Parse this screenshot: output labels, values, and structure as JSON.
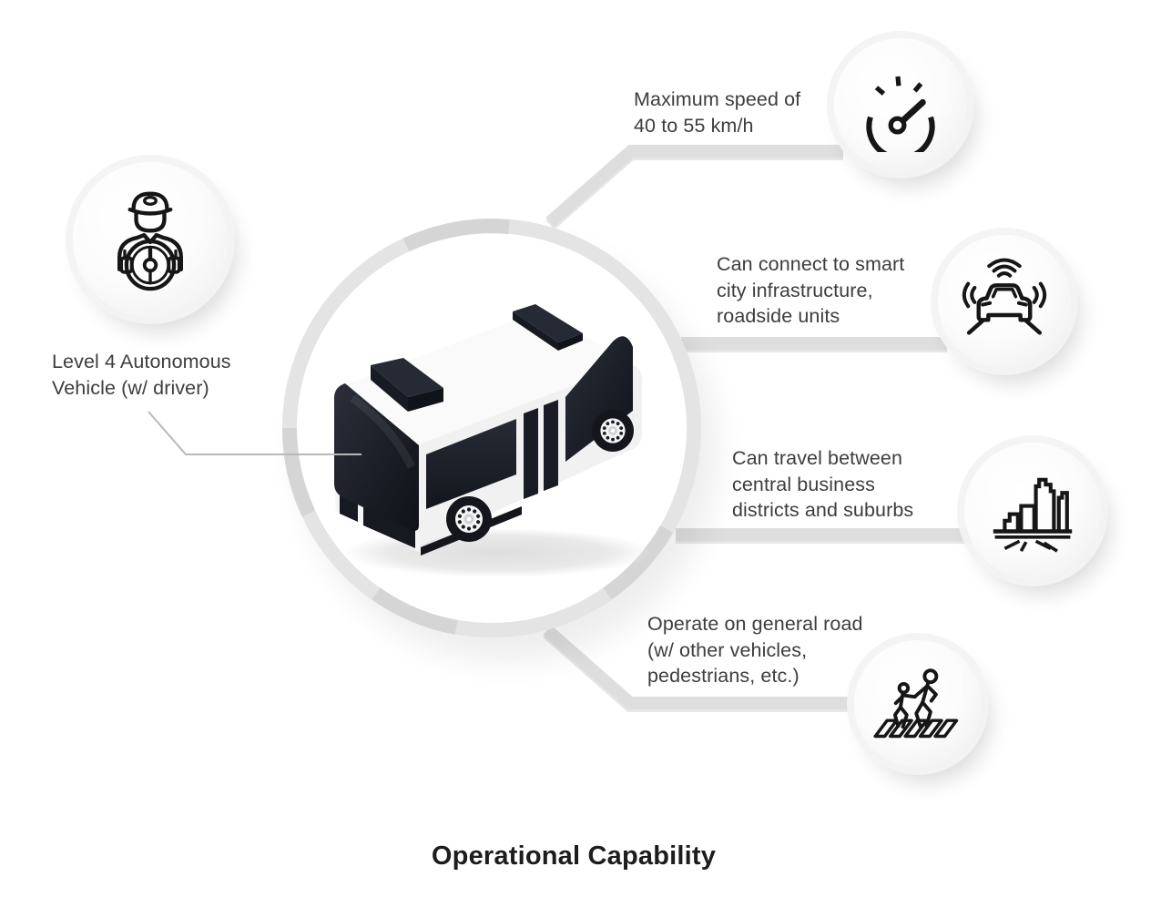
{
  "title": "Operational Capability",
  "center": {
    "icon": "autonomous-bus-illustration",
    "description": "isometric black and white autonomous shuttle bus inside gray ring"
  },
  "nodes": [
    {
      "id": "driver",
      "icon": "driver-steering-wheel-icon",
      "label": [
        "Level 4 Autonomous",
        "Vehicle (w/ driver)"
      ]
    },
    {
      "id": "max-speed",
      "icon": "speedometer-icon",
      "label": [
        "Maximum speed of",
        "40 to 55 km/h"
      ]
    },
    {
      "id": "smart-city",
      "icon": "connected-car-icon",
      "label": [
        "Can connect to smart",
        "city infrastructure,",
        "roadside units"
      ]
    },
    {
      "id": "cbd-suburbs",
      "icon": "city-buildings-icon",
      "label": [
        "Can travel between",
        "central business",
        "districts and suburbs"
      ]
    },
    {
      "id": "general-road",
      "icon": "pedestrian-crossing-icon",
      "label": [
        "Operate on general road",
        "(w/ other vehicles,",
        "pedestrians, etc.)"
      ]
    }
  ],
  "colors": {
    "background": "#ffffff",
    "ribbon": "#dedede",
    "ring": "#e4e4e4",
    "ring_segment": "#d5d5d5",
    "icon_stroke": "#161616",
    "text": "#3d3d3d",
    "title_text": "#1d1d1d",
    "bus_dark": "#1b1e26",
    "bus_body": "#f4f4f5"
  }
}
